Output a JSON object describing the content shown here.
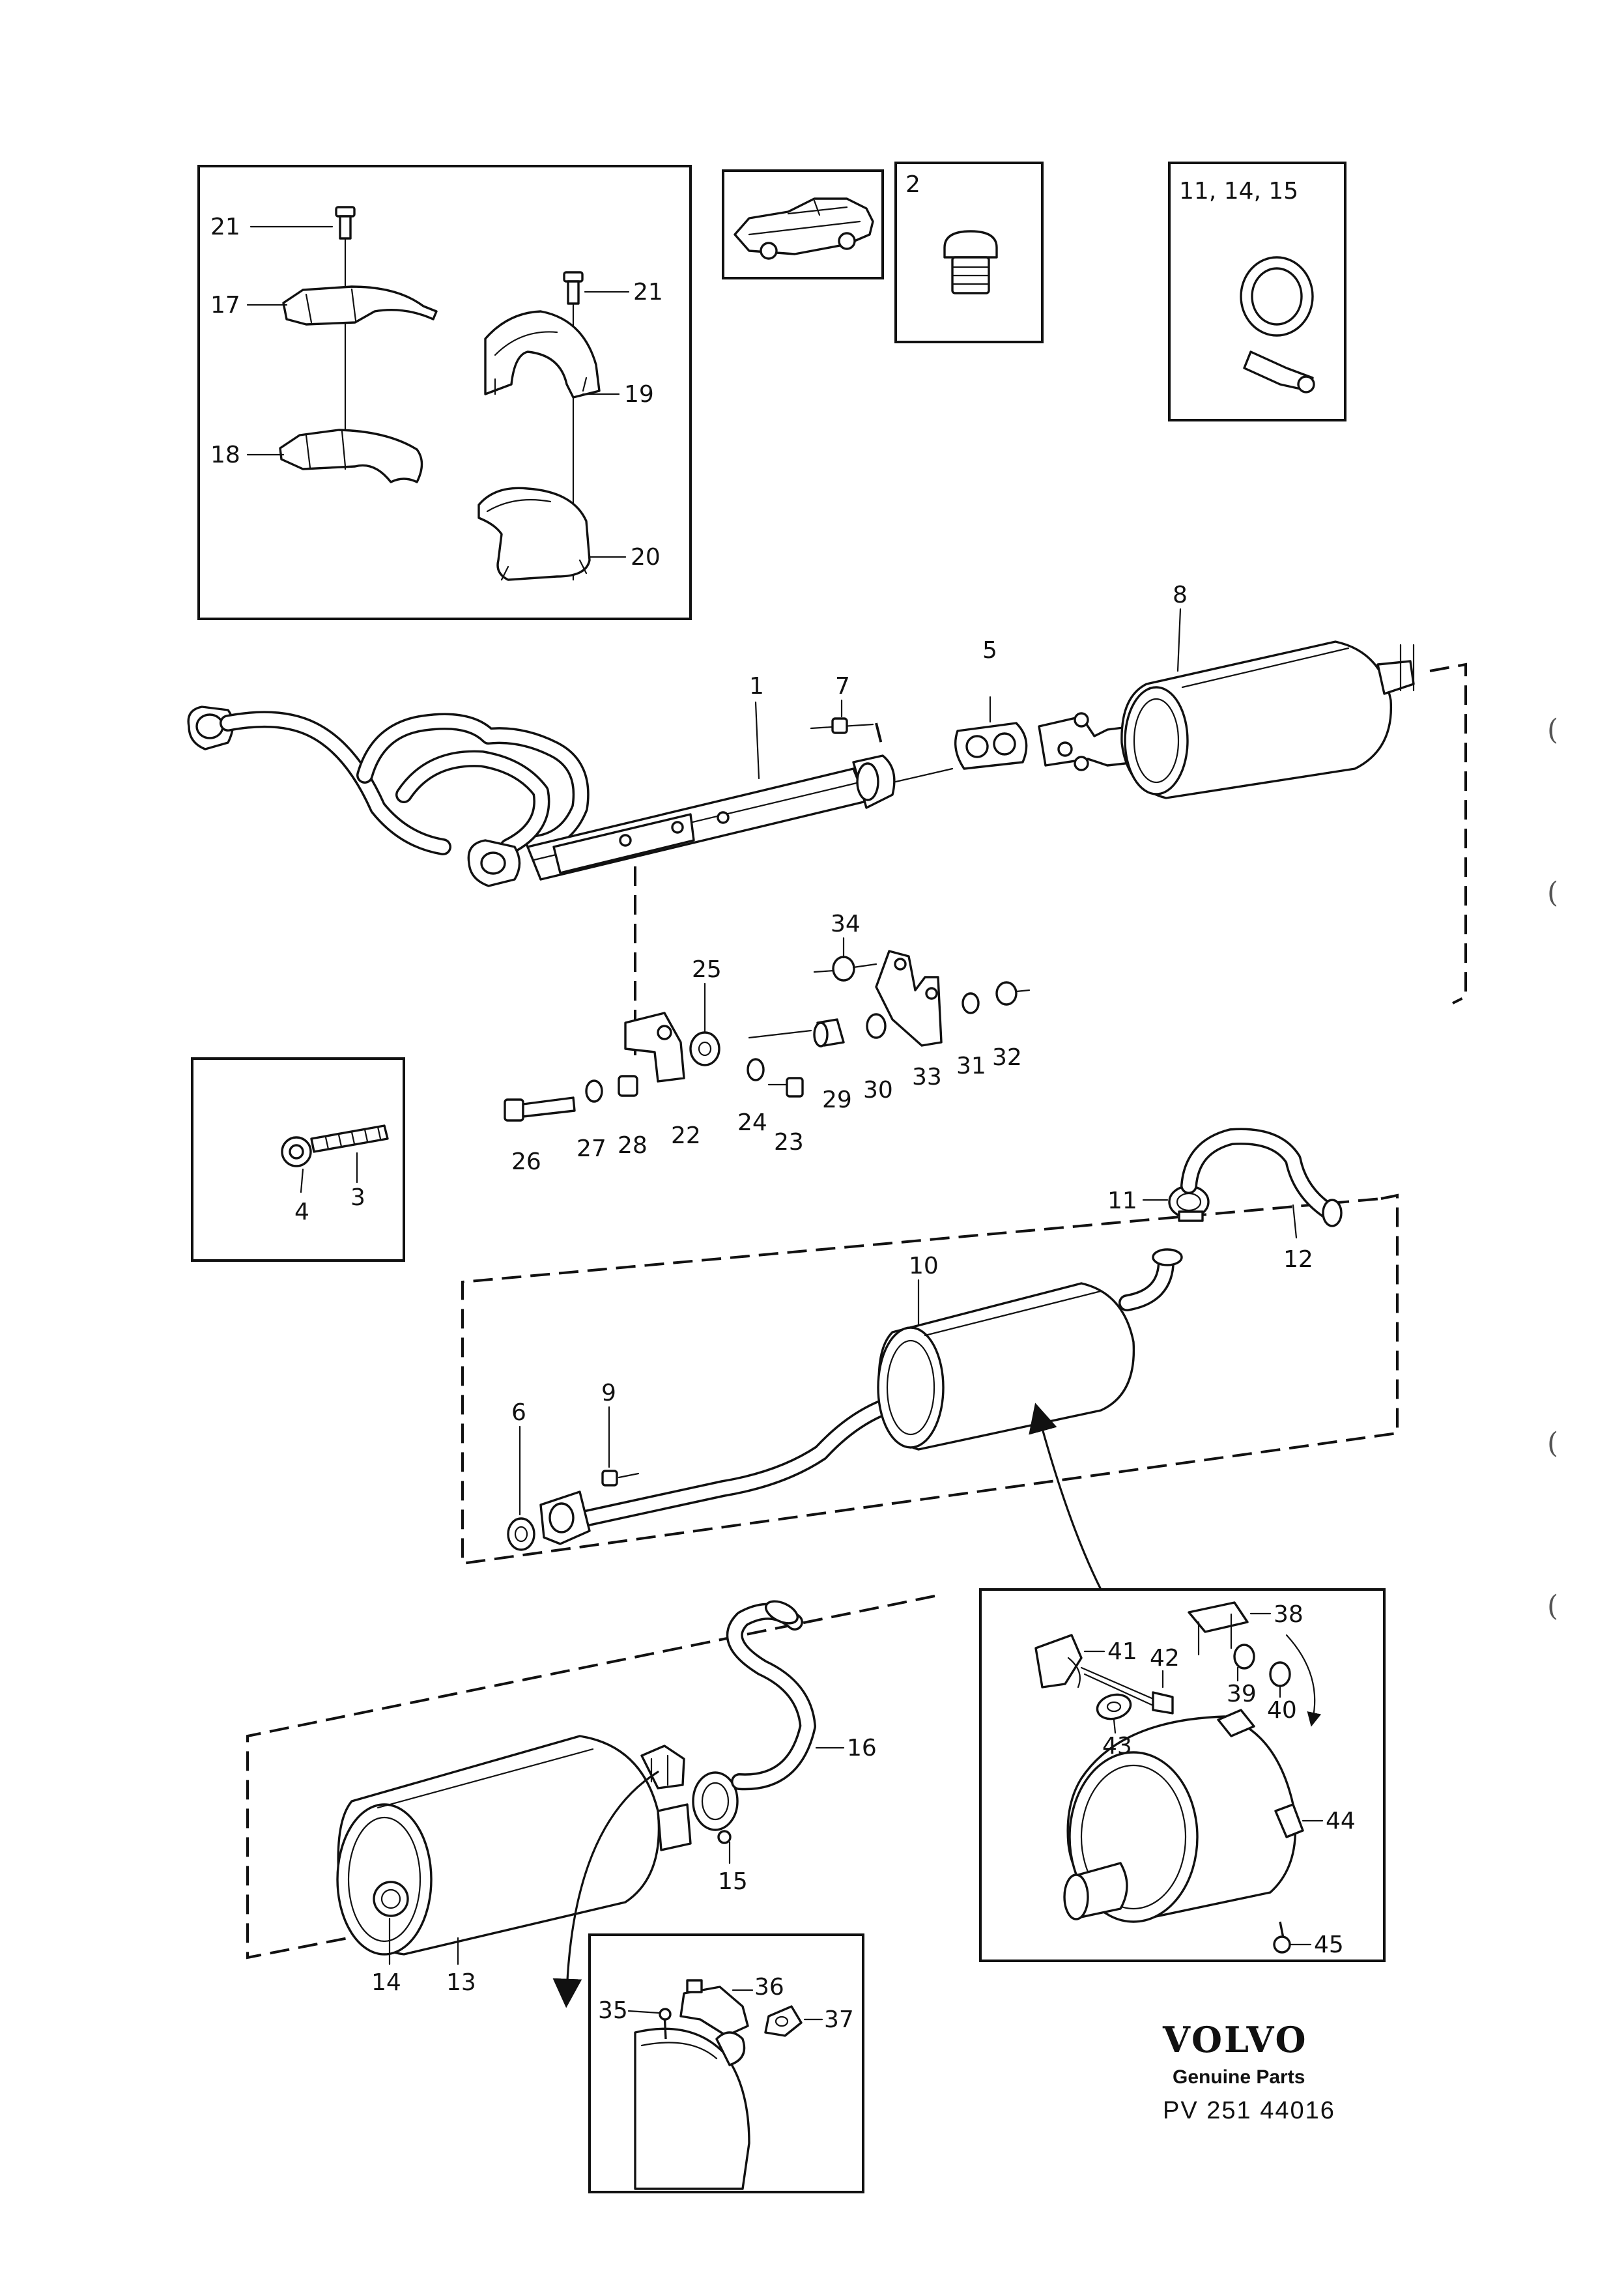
{
  "brand": {
    "name": "VOLVO",
    "tagline": "Genuine Parts",
    "code": "PV 251  44016"
  },
  "labels": {
    "p1": "1",
    "p2": "2",
    "p3": "3",
    "p4": "4",
    "p5": "5",
    "p6": "6",
    "p7": "7",
    "p8": "8",
    "p9": "9",
    "p10": "10",
    "p11": "11",
    "p12": "12",
    "p13": "13",
    "p14": "14",
    "p15": "15",
    "p16": "16",
    "p17": "17",
    "p18": "18",
    "p19": "19",
    "p20": "20",
    "p21a": "21",
    "p21b": "21",
    "p22": "22",
    "p23": "23",
    "p24": "24",
    "p25": "25",
    "p26": "26",
    "p27": "27",
    "p28": "28",
    "p29": "29",
    "p30": "30",
    "p31": "31",
    "p32": "32",
    "p33": "33",
    "p34": "34",
    "p35": "35",
    "p36": "36",
    "p37": "37",
    "p38": "38",
    "p39": "39",
    "p40": "40",
    "p41": "41",
    "p42": "42",
    "p43": "43",
    "p44": "44",
    "p45": "45",
    "clamp_group": "11, 14, 15"
  },
  "margin_marks": [
    "(",
    "(",
    "(",
    "("
  ]
}
